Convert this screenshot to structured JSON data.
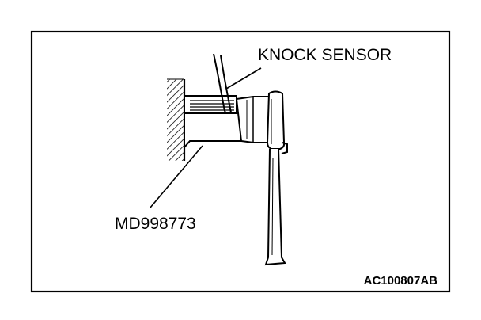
{
  "labels": {
    "sensor": "KNOCK SENSOR",
    "tool": "MD998773",
    "figure_code": "AC100807AB"
  },
  "colors": {
    "ink": "#000000",
    "background": "#ffffff"
  }
}
